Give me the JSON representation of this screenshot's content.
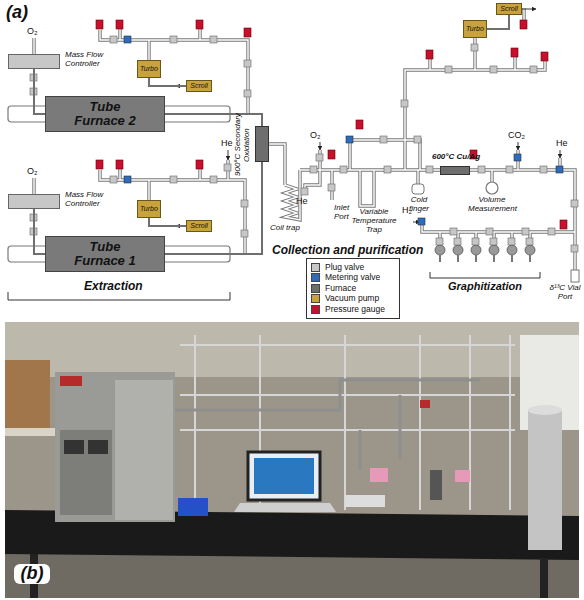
{
  "diagram": {
    "nodes": [
      {
        "text": [
          "Mass Flow Controller"
        ]
      },
      {
        "text": [
          "Tube Furnace 2"
        ]
      },
      {
        "text": [
          "Turbo"
        ]
      },
      {
        "text": [
          "Scroll"
        ]
      },
      {
        "text": [
          "Mass Flow Controller"
        ]
      },
      {
        "text": [
          "Tube Furnace 1"
        ]
      },
      {
        "text": [
          "Turbo"
        ]
      },
      {
        "text": [
          "Scroll"
        ]
      },
      {
        "text": [
          "900°C Secondary Oxidation"
        ]
      },
      {
        "text": [
          "600°C Cu/Ag"
        ]
      },
      {
        "text": [
          "Turbo"
        ]
      },
      {
        "text": [
          "Scroll"
        ]
      }
    ],
    "edges": [
      {
        "from": 0,
        "to": 1,
        "arrow": "none"
      },
      {
        "from": 2,
        "to": 3,
        "arrow": "none"
      },
      {
        "from": 1,
        "to": 8,
        "arrow": "none"
      },
      {
        "from": 4,
        "to": 5,
        "arrow": "none"
      },
      {
        "from": 6,
        "to": 7,
        "arrow": "none"
      },
      {
        "from": 5,
        "to": 8,
        "arrow": "none"
      },
      {
        "from": 10,
        "to": 11,
        "arrow": "none"
      }
    ],
    "labels": [
      "(a)",
      "O₂",
      "He",
      "O₂",
      "Coil trap",
      "O₂",
      "He",
      "Inlet Port",
      "Variable Temperature Trap",
      "Cold finger",
      "Volume Measurement",
      "CO₂",
      "He",
      "H₂",
      "δ¹³C Vial Port",
      "Collection and purification",
      "Extraction",
      "Graphitization",
      "(b)"
    ],
    "legend": [
      {
        "text": "Plug valve",
        "color": "#c7c7c7"
      },
      {
        "text": "Metering valve",
        "color": "#2e6bb8"
      },
      {
        "text": "Furnace",
        "color": "#6e6e6e"
      },
      {
        "text": "Vacuum pump",
        "color": "#c8a23c"
      },
      {
        "text": "Pressure gauge",
        "color": "#c8102e"
      }
    ]
  }
}
